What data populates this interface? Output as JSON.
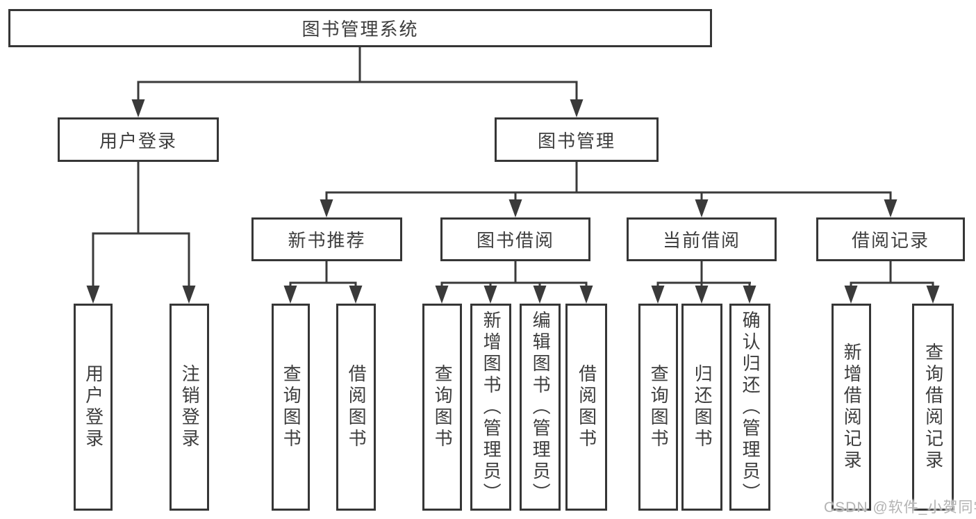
{
  "diagram": {
    "title": "图书管理系统",
    "watermark": "CSDN @软件_小贺同学"
  },
  "nodes": {
    "root": "图书管理系统",
    "l2": [
      "用户登录",
      "图书管理"
    ],
    "l3": [
      "新书推荐",
      "图书借阅",
      "当前借阅",
      "借阅记录"
    ],
    "leaves": [
      "用户登录",
      "注销登录",
      "查询图书",
      "借阅图书",
      "查询图书",
      "新增图书（管理员）",
      "编辑图书（管理员）",
      "借阅图书",
      "查询图书",
      "归还图书",
      "确认归还（管理员）",
      "新增借阅记录",
      "查询借阅记录"
    ]
  },
  "hierarchy": {
    "图书管理系统": {
      "用户登录": [
        "用户登录",
        "注销登录"
      ],
      "图书管理": {
        "新书推荐": [
          "查询图书",
          "借阅图书"
        ],
        "图书借阅": [
          "查询图书",
          "新增图书（管理员）",
          "编辑图书（管理员）",
          "借阅图书"
        ],
        "当前借阅": [
          "查询图书",
          "归还图书",
          "确认归还（管理员）"
        ],
        "借阅记录": [
          "新增借阅记录",
          "查询借阅记录"
        ]
      }
    }
  },
  "colors": {
    "line": "#3a3a3a",
    "box_border": "#363636",
    "text": "#3d3d3d",
    "background": "#ffffff",
    "watermark": "#b3b3b3"
  }
}
